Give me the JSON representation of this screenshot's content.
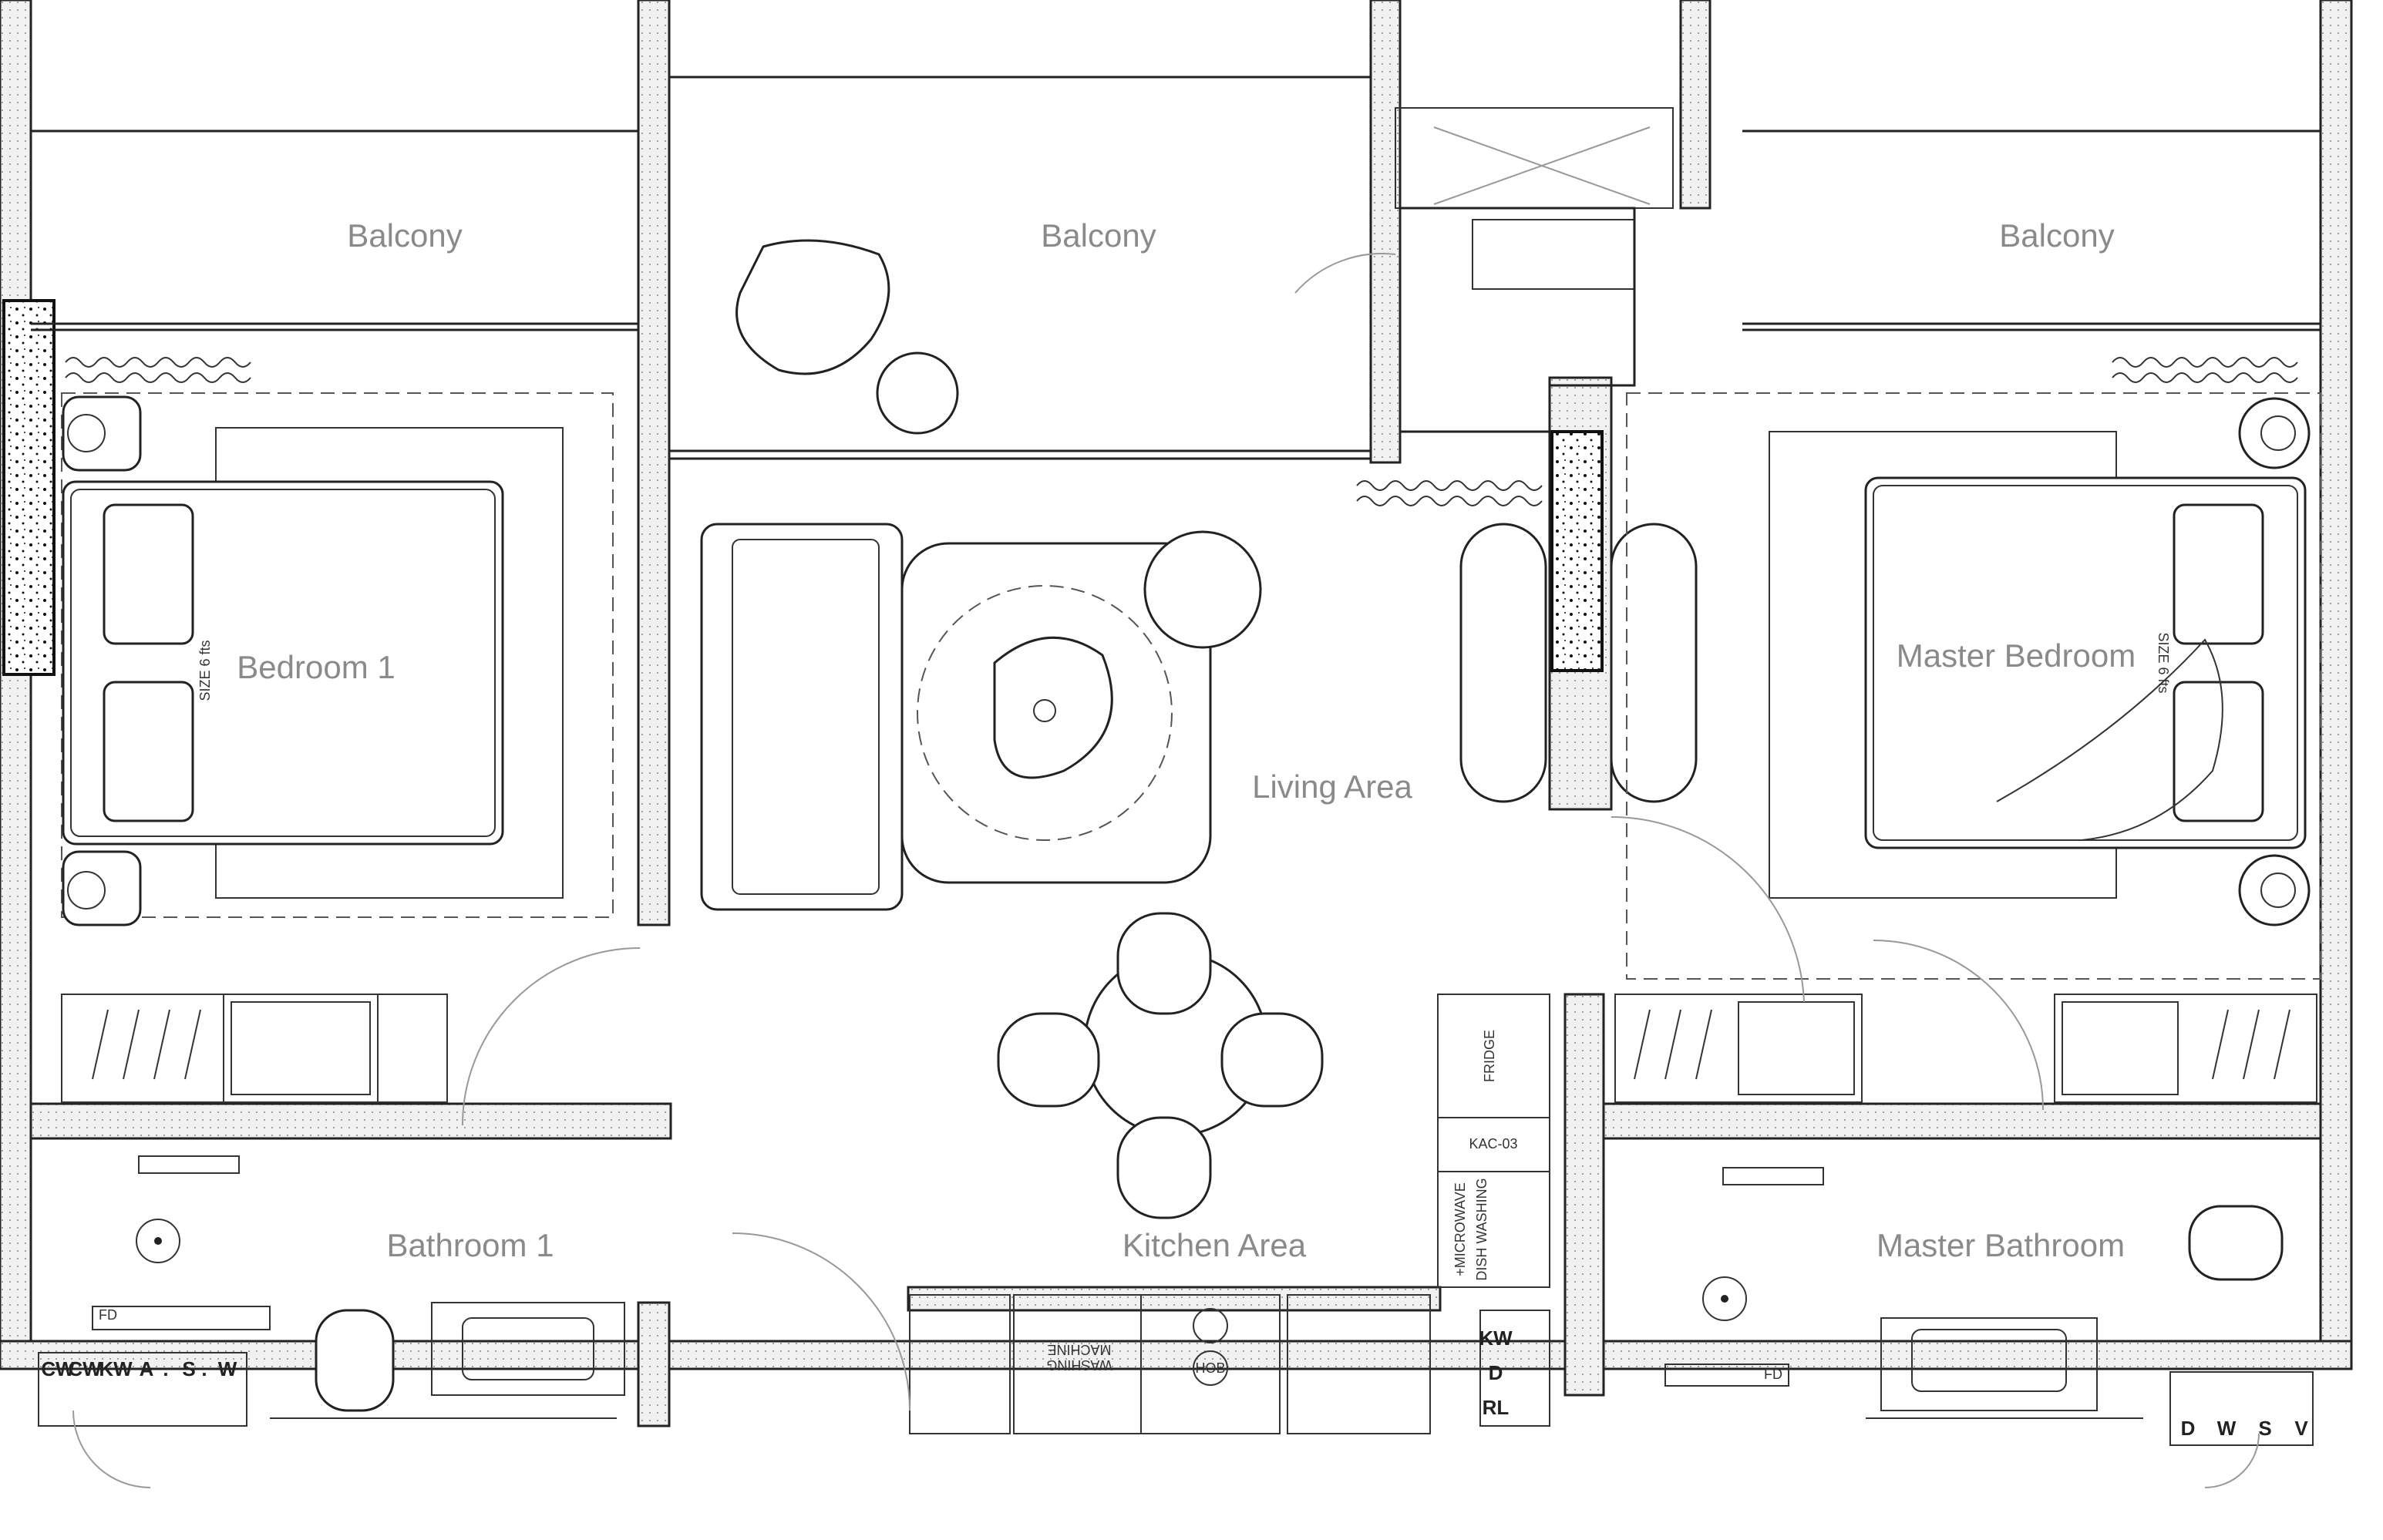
{
  "rooms": {
    "balcony_left": "Balcony",
    "balcony_center": "Balcony",
    "balcony_right": "Balcony",
    "bedroom1": "Bedroom 1",
    "master_bedroom": "Master Bedroom",
    "living_area": "Living Area",
    "kitchen_area": "Kitchen Area",
    "bathroom1": "Bathroom 1",
    "master_bathroom": "Master Bathroom"
  },
  "bed_sizes": {
    "bedroom1": "SIZE 6 fts",
    "master": "SIZE 6 fts"
  },
  "appliances": {
    "fridge": "FRIDGE",
    "kac": "KAC-03",
    "microwave": "+MICROWAVE",
    "dishwashing": "DISH WASHING",
    "hob": "HOB",
    "washing_line1": "WASHING",
    "washing_line2": "MACHINE",
    "fd_left": "FD",
    "fd_right": "FD"
  },
  "panels": {
    "left_labels": [
      "CW",
      "CW",
      "KW",
      "A",
      ".",
      "S",
      ".",
      "W"
    ],
    "kitchen_labels": [
      "KW",
      "D",
      "RL"
    ],
    "right_labels": [
      "D",
      "W",
      "S",
      "V"
    ]
  }
}
